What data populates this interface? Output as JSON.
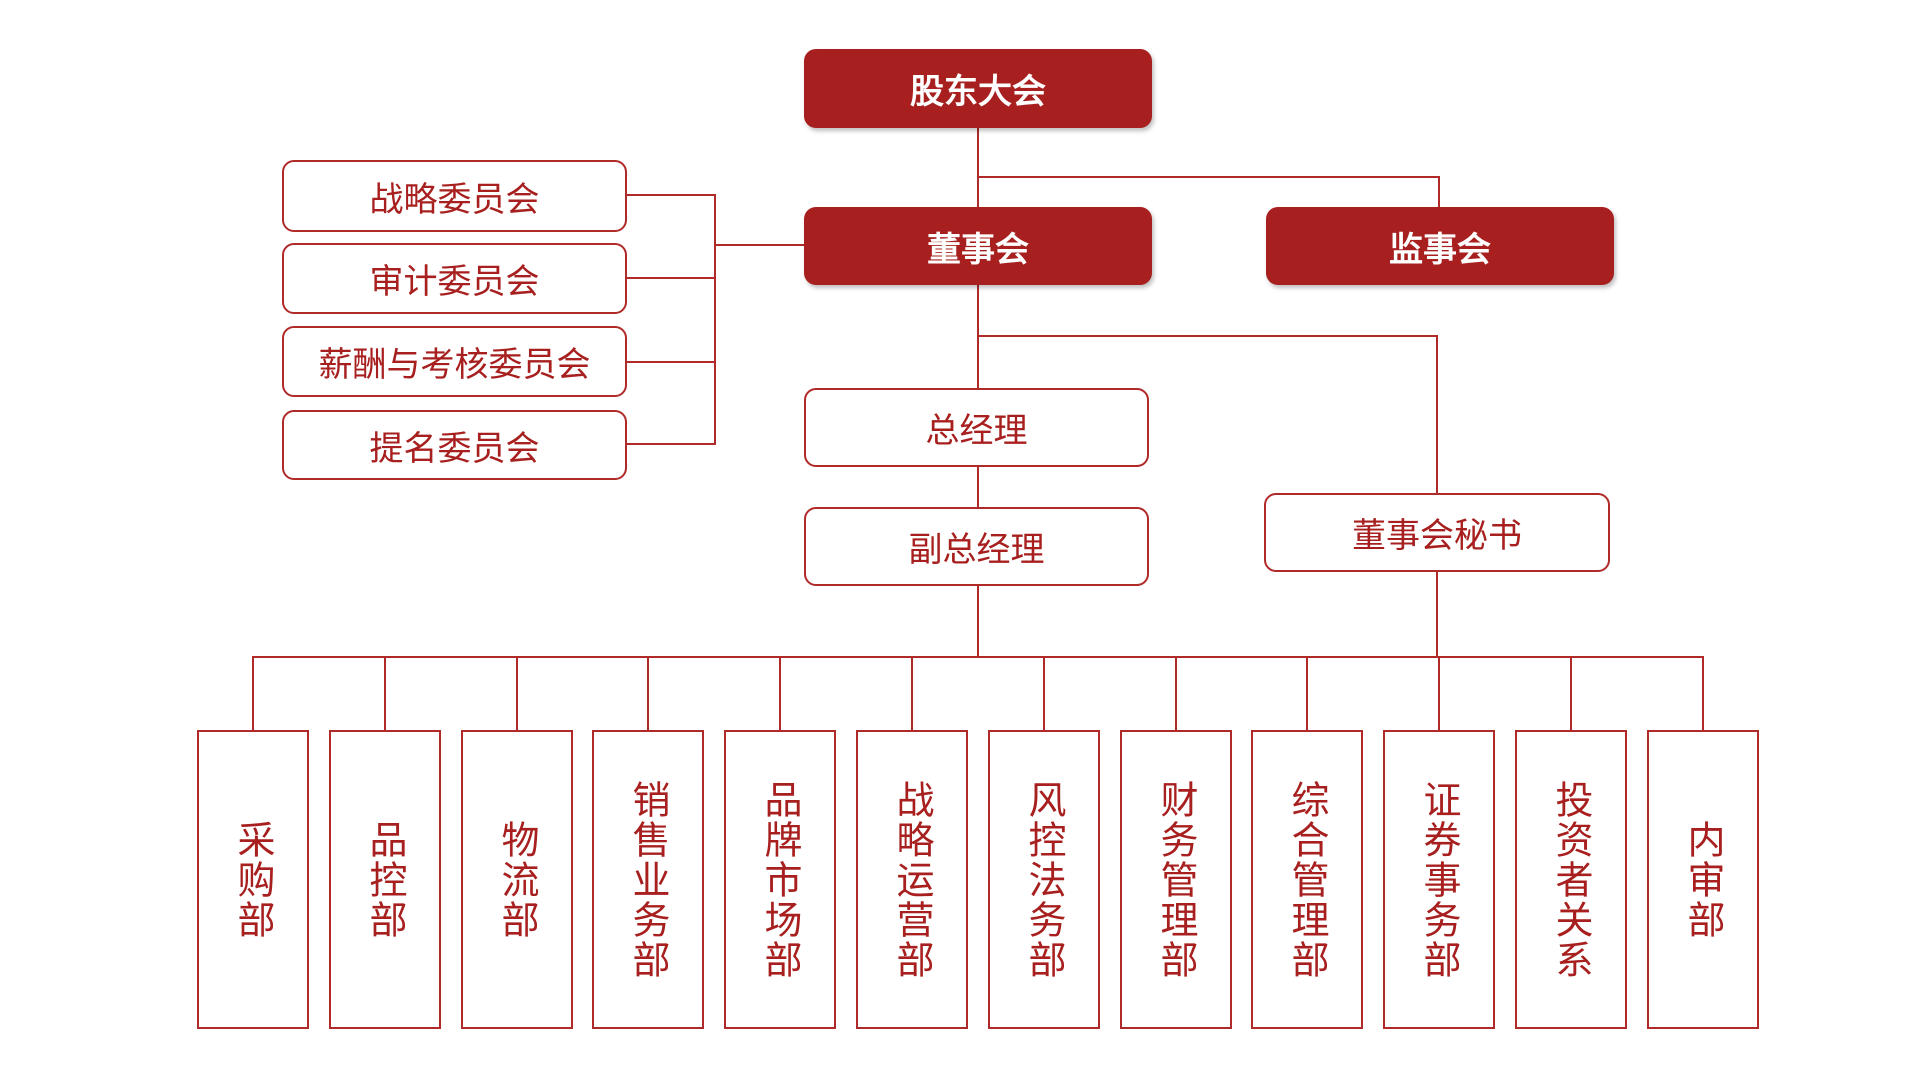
{
  "colors": {
    "accent": "#a7201f",
    "line": "#b02a2a",
    "background": "#ffffff"
  },
  "top": {
    "shareholders": "股东大会"
  },
  "board": {
    "board_of_directors": "董事会",
    "supervisory_board": "监事会"
  },
  "committees": [
    "战略委员会",
    "审计委员会",
    "薪酬与考核委员会",
    "提名委员会"
  ],
  "management": {
    "general_manager": "总经理",
    "deputy_general_manager": "副总经理",
    "board_secretary": "董事会秘书"
  },
  "departments": [
    "采购部",
    "品控部",
    "物流部",
    "销售业务部",
    "品牌市场部",
    "战略运营部",
    "风控法务部",
    "财务管理部",
    "综合管理部",
    "证券事务部",
    "投资者关系",
    "内审部"
  ]
}
